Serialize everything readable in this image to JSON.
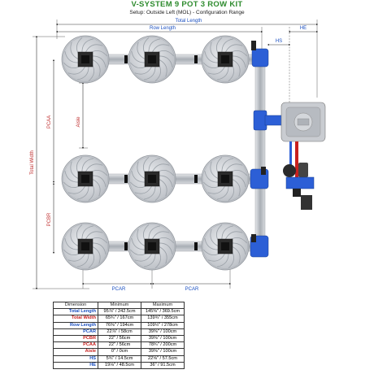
{
  "header": {
    "title": "V-SYSTEM 9 POT 3 ROW KIT",
    "subtitle": "Setup: Outside Left (MOL) - Configuration Range"
  },
  "dimensions": {
    "total_length": "Total Length",
    "row_length": "Row Length",
    "hs": "HS",
    "he": "HE",
    "total_width": "Total Width",
    "pcaa": "PCAA",
    "aisle": "Aisle",
    "pcbr": "PCBR",
    "pcar_1": "PCAR",
    "pcar_2": "PCAR"
  },
  "colors": {
    "pipe": "#2c5fd6",
    "pot": "#c9ccd1",
    "tray": "#b8bdc4",
    "title": "#2e8b2e"
  },
  "table": {
    "headers": [
      "Dimension",
      "Minimum",
      "Maximum"
    ],
    "rows": [
      {
        "name": "Total Length",
        "min": "95⅞\" / 242.5cm",
        "max": "145⅜\" / 369.5cm",
        "color": "blue"
      },
      {
        "name": "Total Width",
        "min": "65¾\" / 167cm",
        "max": "139¾\" / 355cm",
        "color": "red"
      },
      {
        "name": "Row Length",
        "min": "76⅜\" / 194cm",
        "max": "109½\" / 278cm",
        "color": "blue"
      },
      {
        "name": "PCAR",
        "min": "22⅞\" / 58cm",
        "max": "39⅜\" / 100cm",
        "color": "blue"
      },
      {
        "name": "PCBR",
        "min": "22\" / 56cm",
        "max": "39⅜\" / 100cm",
        "color": "red"
      },
      {
        "name": "PCAA",
        "min": "22\" / 56cm",
        "max": "78¾\" / 200cm",
        "color": "red"
      },
      {
        "name": "Aisle",
        "min": "0\" / 0cm",
        "max": "39⅜\" / 100cm",
        "color": "red"
      },
      {
        "name": "HS",
        "min": "5¾\" / 14.5cm",
        "max": "22⅝\" / 57.5cm",
        "color": "blue"
      },
      {
        "name": "HE",
        "min": "19⅛\" / 48.5cm",
        "max": "36\" / 91.5cm",
        "color": "blue"
      }
    ]
  }
}
